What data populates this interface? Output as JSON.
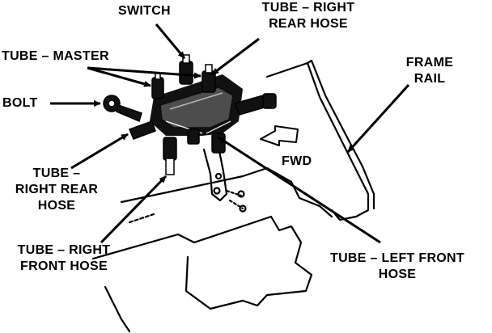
{
  "colors": {
    "ink": "#000000",
    "paper": "#ffffff"
  },
  "labels": {
    "switch": "SWITCH",
    "tube_right_rear_hose_top": [
      "TUBE – RIGHT",
      "REAR HOSE"
    ],
    "tube_master": "TUBE – MASTER",
    "frame_rail": [
      "FRAME",
      "RAIL"
    ],
    "bolt": "BOLT",
    "fwd": "FWD",
    "tube_right_rear_hose_left": [
      "TUBE –",
      "RIGHT REAR",
      "HOSE"
    ],
    "tube_right_front_hose": [
      "TUBE – RIGHT",
      "FRONT HOSE"
    ],
    "tube_left_front_hose": [
      "TUBE – LEFT FRONT",
      "HOSE"
    ]
  }
}
